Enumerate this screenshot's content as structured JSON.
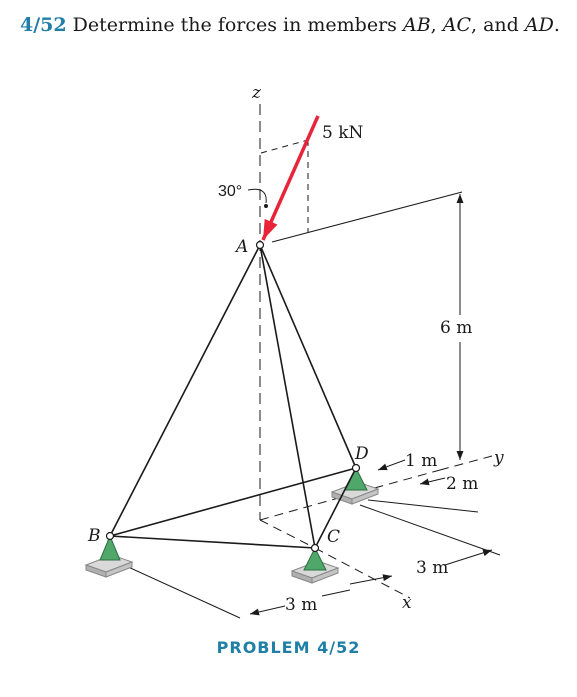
{
  "problem": {
    "number": "4/52",
    "text_before": "Determine the forces in members ",
    "m1": "AB",
    "sep1": ", ",
    "m2": "AC",
    "sep2": ", and ",
    "m3": "AD",
    "end": "."
  },
  "figure": {
    "load": "5 kN",
    "angle": "30°",
    "points": {
      "A": "A",
      "B": "B",
      "C": "C",
      "D": "D"
    },
    "axes": {
      "x": "x",
      "y": "y",
      "z": "z"
    },
    "dims": {
      "height": "6 m",
      "d1": "1 m",
      "d2": "2 m",
      "d3": "3 m",
      "d4": "3 m"
    }
  },
  "caption": "PROBLEM 4/52",
  "colors": {
    "accent": "#1f7fa6",
    "force": "#e8243a",
    "support": "#4fa86a"
  }
}
